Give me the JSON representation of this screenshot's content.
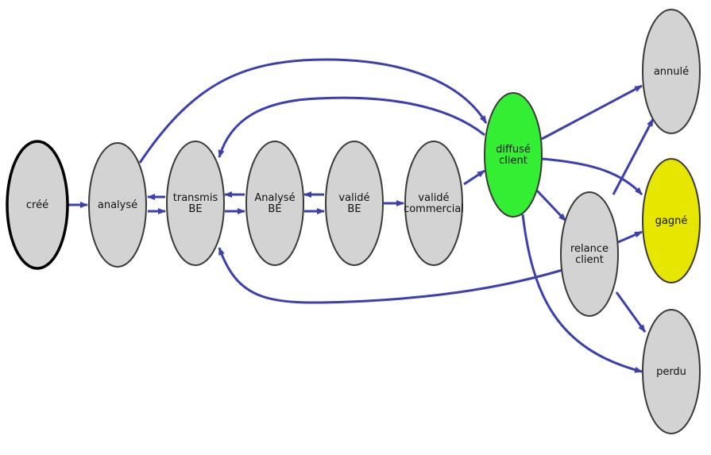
{
  "diagram": {
    "type": "state-graph",
    "colors": {
      "edge": "#3d3fb0",
      "node_default": "#d3d3d3",
      "node_stroke": "#3a3a3a",
      "node_start_stroke": "#000000",
      "node_diffuse": "#33ee33",
      "node_gagne": "#e6e600"
    },
    "nodes": [
      {
        "id": "cree",
        "lines": [
          "créé"
        ],
        "fill": "#d3d3d3",
        "variant": "start"
      },
      {
        "id": "analyse",
        "lines": [
          "analysé"
        ],
        "fill": "#d3d3d3",
        "variant": "normal"
      },
      {
        "id": "transmis_be",
        "lines": [
          "transmis",
          "BE"
        ],
        "fill": "#d3d3d3",
        "variant": "normal"
      },
      {
        "id": "analyse_be",
        "lines": [
          "Analysé",
          "BE"
        ],
        "fill": "#d3d3d3",
        "variant": "normal"
      },
      {
        "id": "valide_be",
        "lines": [
          "validé",
          "BE"
        ],
        "fill": "#d3d3d3",
        "variant": "normal"
      },
      {
        "id": "valide_commercial",
        "lines": [
          "validé",
          "commercial"
        ],
        "fill": "#d3d3d3",
        "variant": "normal"
      },
      {
        "id": "diffuse_client",
        "lines": [
          "diffusé",
          "client"
        ],
        "fill": "#33ee33",
        "variant": "normal"
      },
      {
        "id": "relance_client",
        "lines": [
          "relance",
          "client"
        ],
        "fill": "#d3d3d3",
        "variant": "normal"
      },
      {
        "id": "annule",
        "lines": [
          "annulé"
        ],
        "fill": "#d3d3d3",
        "variant": "normal"
      },
      {
        "id": "gagne",
        "lines": [
          "gagné"
        ],
        "fill": "#e6e600",
        "variant": "normal"
      },
      {
        "id": "perdu",
        "lines": [
          "perdu"
        ],
        "fill": "#d3d3d3",
        "variant": "normal"
      }
    ],
    "edges": [
      {
        "from": "cree",
        "to": "analyse"
      },
      {
        "from": "analyse",
        "to": "transmis_be"
      },
      {
        "from": "transmis_be",
        "to": "analyse"
      },
      {
        "from": "transmis_be",
        "to": "analyse_be"
      },
      {
        "from": "analyse_be",
        "to": "transmis_be"
      },
      {
        "from": "analyse_be",
        "to": "valide_be"
      },
      {
        "from": "valide_be",
        "to": "analyse_be"
      },
      {
        "from": "valide_be",
        "to": "valide_commercial"
      },
      {
        "from": "valide_commercial",
        "to": "diffuse_client"
      },
      {
        "from": "analyse",
        "to": "diffuse_client"
      },
      {
        "from": "diffuse_client",
        "to": "transmis_be"
      },
      {
        "from": "diffuse_client",
        "to": "annule"
      },
      {
        "from": "diffuse_client",
        "to": "gagne"
      },
      {
        "from": "diffuse_client",
        "to": "relance_client"
      },
      {
        "from": "diffuse_client",
        "to": "perdu"
      },
      {
        "from": "relance_client",
        "to": "annule"
      },
      {
        "from": "relance_client",
        "to": "gagne"
      },
      {
        "from": "relance_client",
        "to": "perdu"
      },
      {
        "from": "relance_client",
        "to": "transmis_be"
      }
    ]
  }
}
